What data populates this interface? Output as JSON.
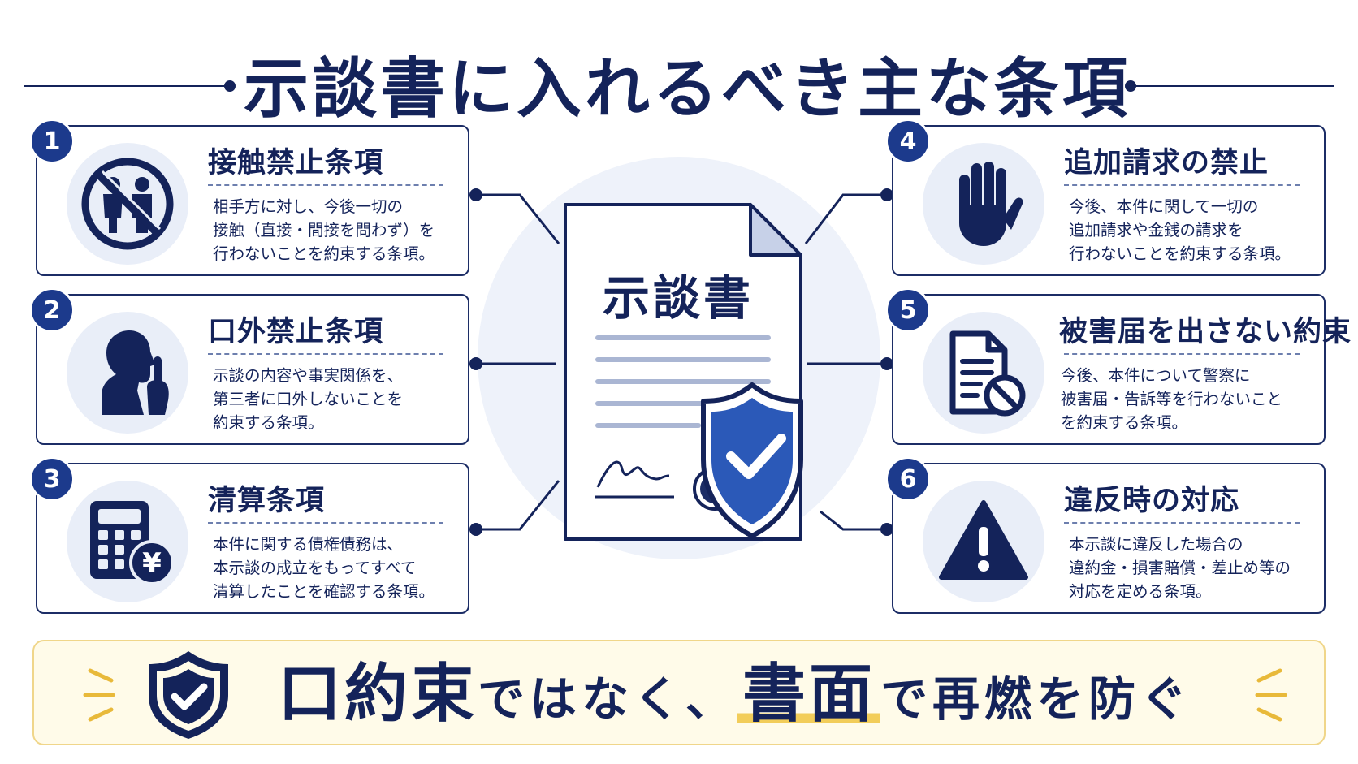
{
  "title": "示談書に入れるべき主な条項",
  "document_title": "示談書",
  "clauses": [
    {
      "number": "1",
      "title": "接触禁止条項",
      "lines": [
        "相手方に対し、今後一切の",
        "接触（直接・間接を問わず）を",
        "行わないことを約束する条項。"
      ],
      "icon": "no-contact-icon"
    },
    {
      "number": "2",
      "title": "口外禁止条項",
      "lines": [
        "示談の内容や事実関係を、",
        "第三者に口外しないことを",
        "約束する条項。"
      ],
      "icon": "silence-icon"
    },
    {
      "number": "3",
      "title": "清算条項",
      "lines": [
        "本件に関する債権債務は、",
        "本示談の成立をもってすべて",
        "清算したことを確認する条項。"
      ],
      "icon": "calculator-yen-icon"
    },
    {
      "number": "4",
      "title": "追加請求の禁止",
      "lines": [
        "今後、本件に関して一切の",
        "追加請求や金銭の請求を",
        "行わないことを約束する条項。"
      ],
      "icon": "stop-hand-icon"
    },
    {
      "number": "5",
      "title": "被害届を出さない約束",
      "lines": [
        "今後、本件について警察に",
        "被害届・告訴等を行わないこと",
        "を約束する条項。"
      ],
      "icon": "no-report-icon"
    },
    {
      "number": "6",
      "title": "違反時の対応",
      "lines": [
        "本示談に違反した場合の",
        "違約金・損害賠償・差止め等の",
        "対応を定める条項。"
      ],
      "icon": "warning-icon"
    }
  ],
  "banner": {
    "part1": "口約束",
    "part2": "ではなく、",
    "part3": "書面",
    "part4": "で再燃を防ぐ",
    "icon": "shield-check-icon"
  },
  "colors": {
    "navy": "#14235a",
    "accent_blue": "#1c3a8c",
    "icon_bg": "#e9eef8",
    "banner_bg": "#fffbe9",
    "highlight": "#f2cd5a"
  }
}
